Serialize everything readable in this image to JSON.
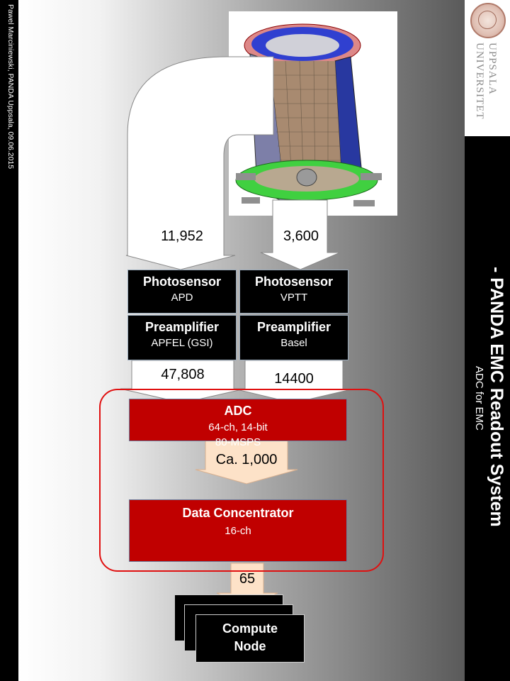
{
  "sidebar_left": {
    "text": "Pawel Marciniewski, PANDA  Uppsala, 09.06.2015"
  },
  "sidebar_right": {
    "university": [
      "UPPSALA",
      "UNIVERSITET"
    ],
    "title": "- PANDA EMC Readout System",
    "subtitle": "ADC for EMC"
  },
  "flows": {
    "apd_count": "11,952",
    "vptt_count": "3,600",
    "apfel_out": "47,808",
    "basel_out": "14400",
    "adc_out": "Ca. 1,000",
    "dc_out": "65"
  },
  "blocks": {
    "photosensor_apd": {
      "title": "Photosensor",
      "sub": "APD"
    },
    "photosensor_vptt": {
      "title": "Photosensor",
      "sub": "VPTT"
    },
    "preamp_apfel": {
      "title": "Preamplifier",
      "sub": "APFEL (GSI)"
    },
    "preamp_basel": {
      "title": "Preamplifier",
      "sub": "Basel"
    },
    "adc": {
      "title": "ADC",
      "sub1": "64-ch, 14-bit",
      "sub2": "80-MSPS"
    },
    "data_concentrator": {
      "title": "Data Concentrator",
      "sub": "16-ch"
    },
    "compute_node": {
      "line1": "Compute",
      "line2": "Node"
    }
  },
  "colors": {
    "adc_red": "#c00000",
    "frame_red": "#e01010",
    "arrow_fill": "#fde2c8"
  }
}
